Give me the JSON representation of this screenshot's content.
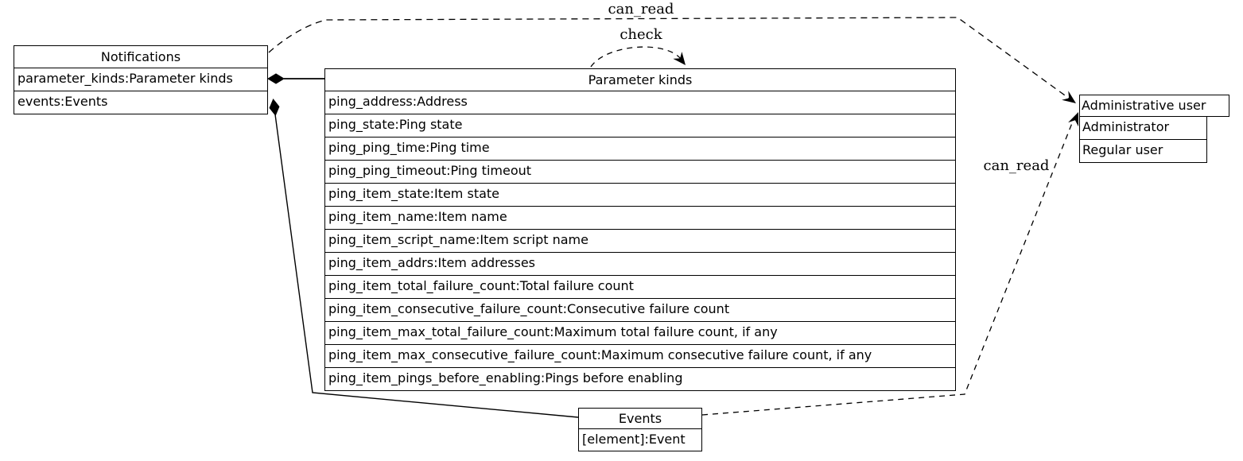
{
  "diagram": {
    "colors": {
      "line": "#000000",
      "background": "#ffffff",
      "text": "#000000"
    }
  },
  "nodes": {
    "notifications": {
      "title": "Notifications",
      "fields": [
        "parameter_kinds:Parameter kinds",
        "events:Events"
      ]
    },
    "parameter_kinds": {
      "title": "Parameter kinds",
      "fields": [
        "ping_address:Address",
        "ping_state:Ping state",
        "ping_ping_time:Ping time",
        "ping_ping_timeout:Ping timeout",
        "ping_item_state:Item state",
        "ping_item_name:Item name",
        "ping_item_script_name:Item script name",
        "ping_item_addrs:Item addresses",
        "ping_item_total_failure_count:Total failure count",
        "ping_item_consecutive_failure_count:Consecutive failure count",
        "ping_item_max_total_failure_count:Maximum total failure count, if any",
        "ping_item_max_consecutive_failure_count:Maximum consecutive failure count, if any",
        "ping_item_pings_before_enabling:Pings before enabling"
      ]
    },
    "events": {
      "title": "Events",
      "fields": [
        "[element]:Event"
      ]
    },
    "administrative_user": {
      "title": "Administrative user",
      "fields": [
        "Administrator",
        "Regular user"
      ]
    }
  },
  "edges": {
    "notifications_to_admin": {
      "label": "can_read"
    },
    "check_selfloop": {
      "label": "check"
    },
    "events_to_admin": {
      "label": "can_read"
    }
  }
}
